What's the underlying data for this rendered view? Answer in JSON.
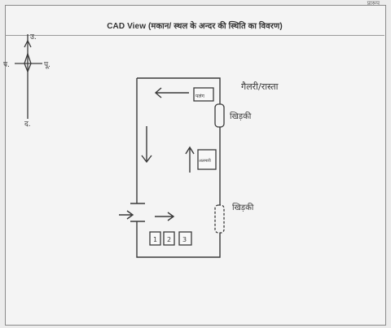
{
  "header": {
    "title": "CAD View (मकान/ स्थल के अन्दर की स्थिति का विवरण)",
    "corner": "प्रारूप"
  },
  "compass": {
    "north": "उ.",
    "south": "द.",
    "east": "पू.",
    "west": "प."
  },
  "sketch": {
    "road_label": "गैलरी/रास्ता",
    "room_left_label": "खिड़की",
    "room_right_label": "खिड़की",
    "top_box_label": "पलंग",
    "mid_box_label": "अलमारी",
    "bottom_boxes": [
      "1",
      "2",
      "3"
    ]
  },
  "colors": {
    "ink": "#3a3a3a",
    "paper": "#f4f4f4",
    "frame": "#8a8a8a"
  }
}
